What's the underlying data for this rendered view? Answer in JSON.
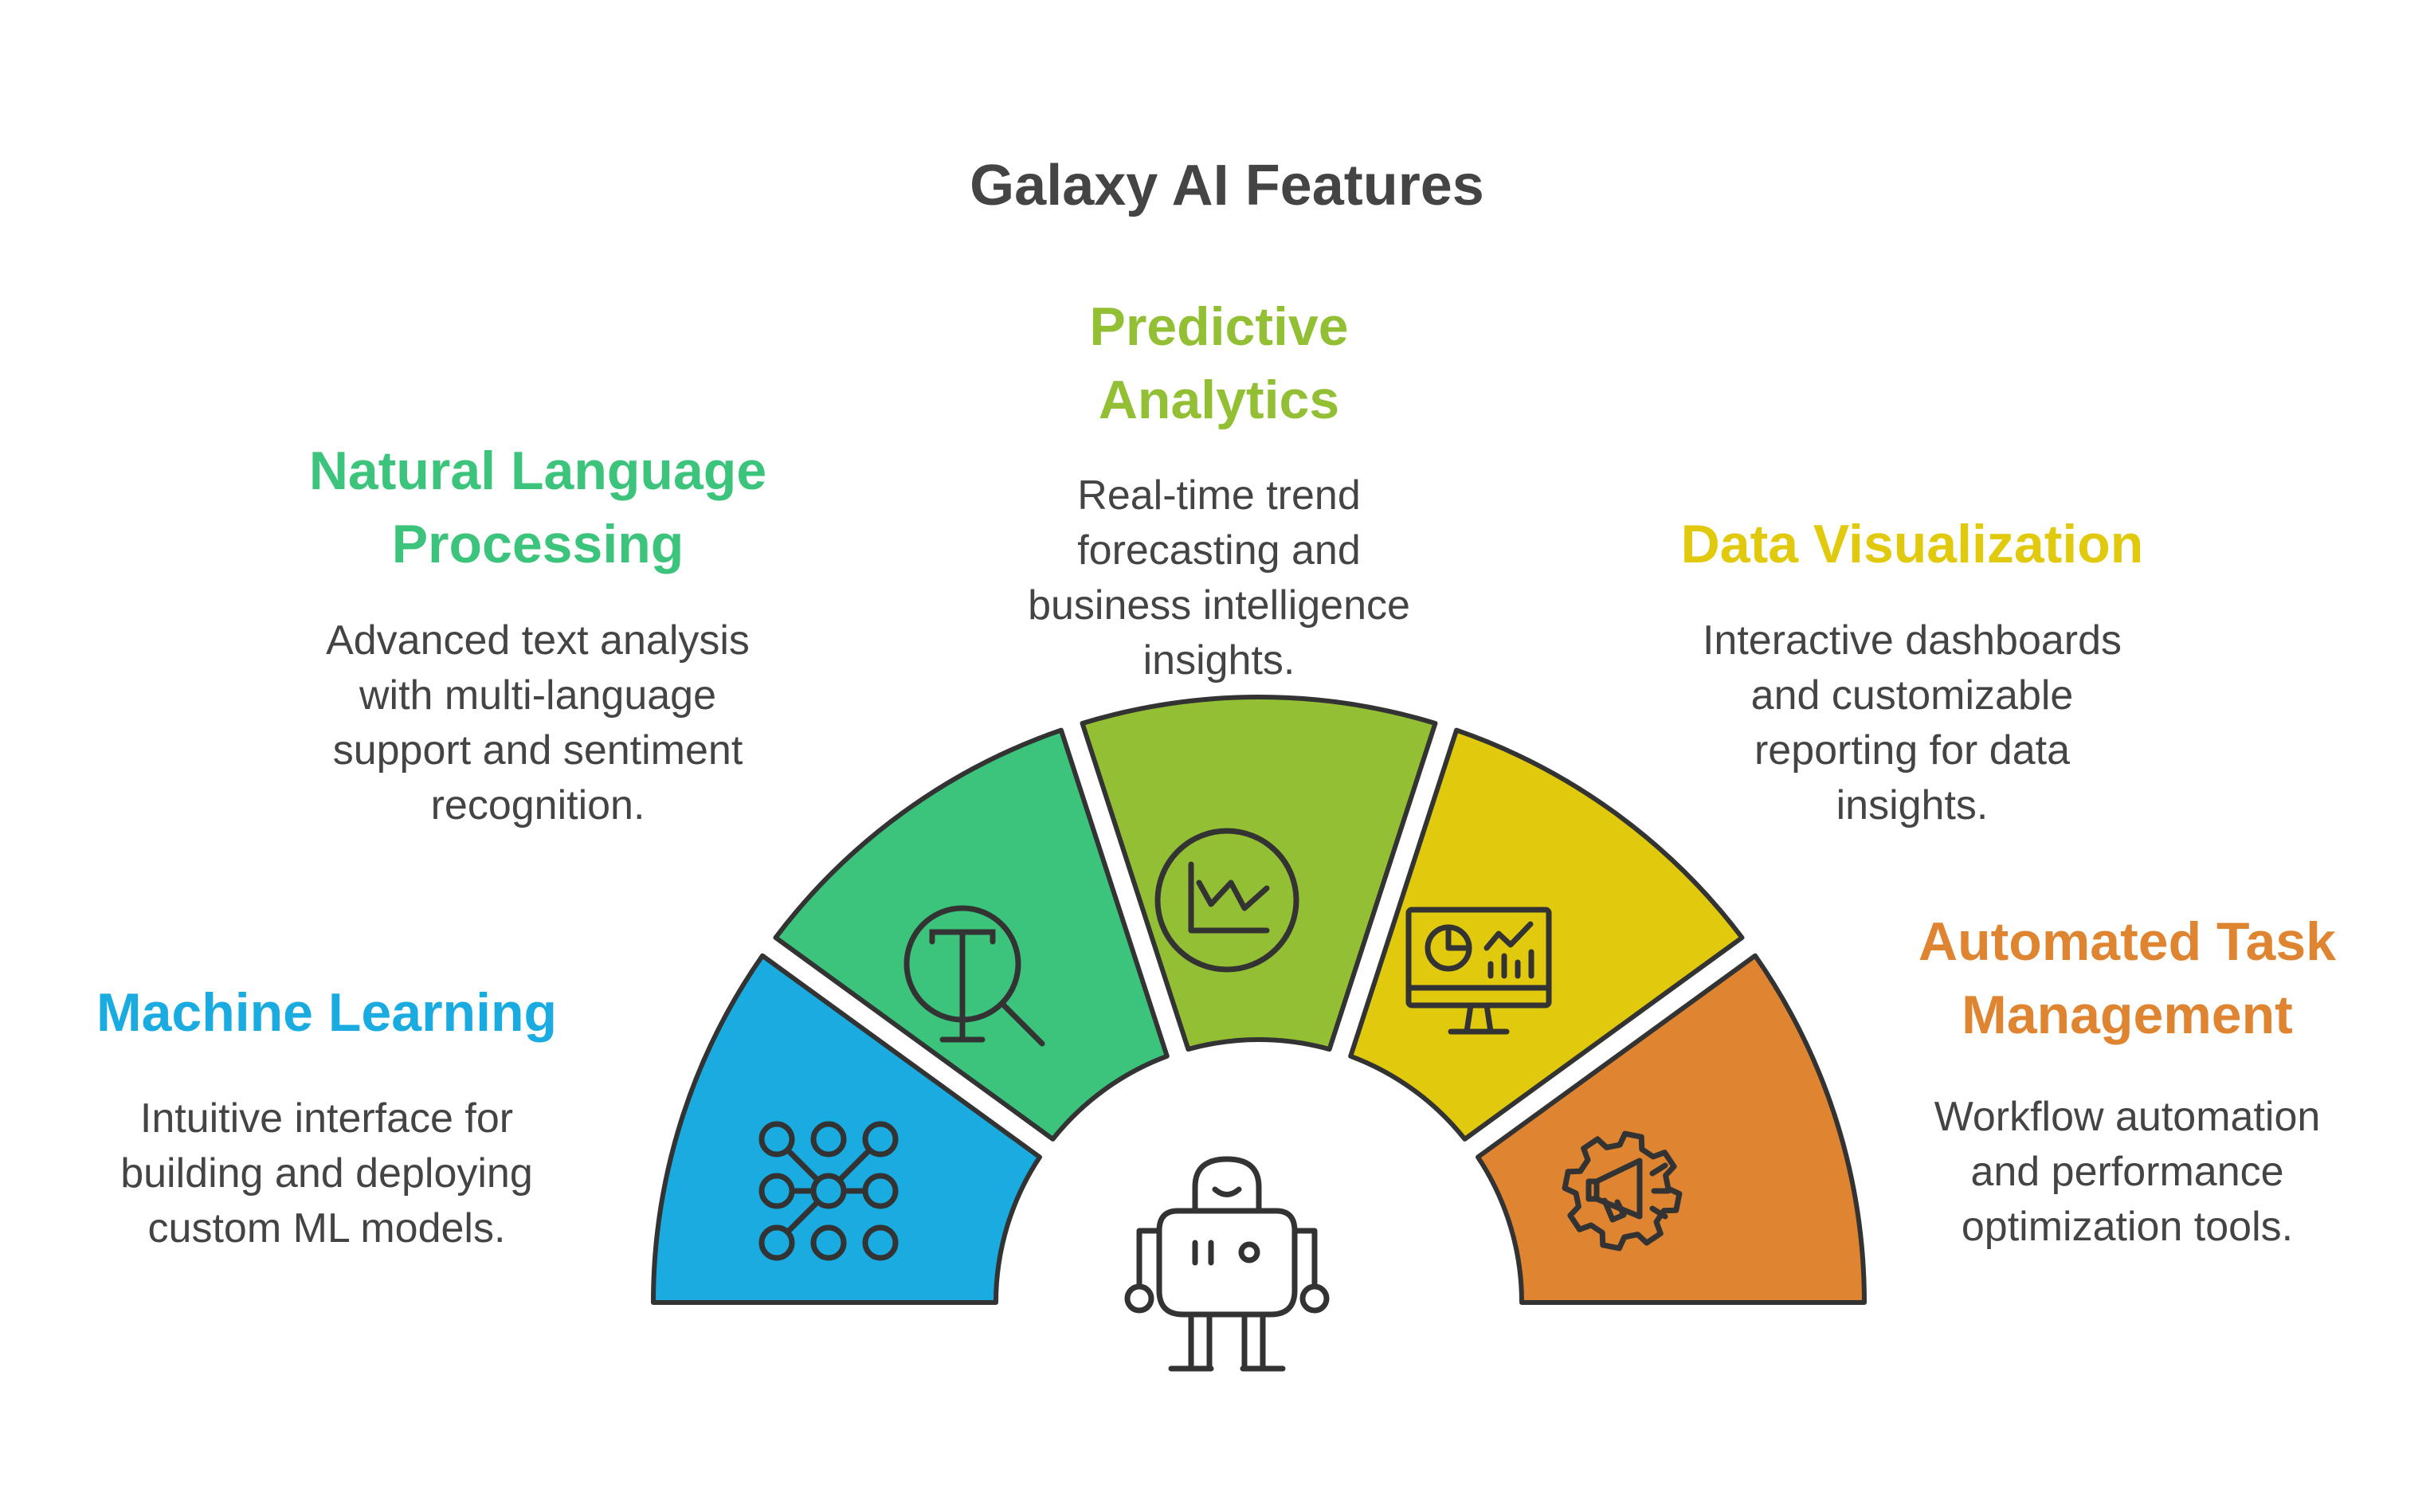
{
  "title": "Galaxy AI Features",
  "colors": {
    "machine_learning": "#1AABE0",
    "nlp": "#3CC47C",
    "predictive": "#93BF35",
    "visualization": "#E1CA0E",
    "automation": "#DF8431",
    "outline": "#333333",
    "text": "#444444"
  },
  "features": {
    "ml": {
      "title": "Machine Learning",
      "desc": [
        "Intuitive interface for",
        "building and deploying",
        "custom ML models."
      ],
      "icon": "neural-network-icon"
    },
    "nlp": {
      "title": [
        "Natural Language",
        "Processing"
      ],
      "desc": [
        "Advanced text analysis",
        "with multi-language",
        "support and sentiment",
        "recognition."
      ],
      "icon": "text-search-icon"
    },
    "predictive": {
      "title": [
        "Predictive",
        "Analytics"
      ],
      "desc": [
        "Real-time trend",
        "forecasting and",
        "business intelligence",
        "insights."
      ],
      "icon": "trend-chart-icon"
    },
    "viz": {
      "title": "Data Visualization",
      "desc": [
        "Interactive dashboards",
        "and customizable",
        "reporting for data",
        "insights."
      ],
      "icon": "dashboard-monitor-icon"
    },
    "auto": {
      "title": [
        "Automated Task",
        "Management"
      ],
      "desc": [
        "Workflow automation",
        "and performance",
        "optimization tools."
      ],
      "icon": "gear-megaphone-icon"
    }
  },
  "center_icon": "robot-icon"
}
